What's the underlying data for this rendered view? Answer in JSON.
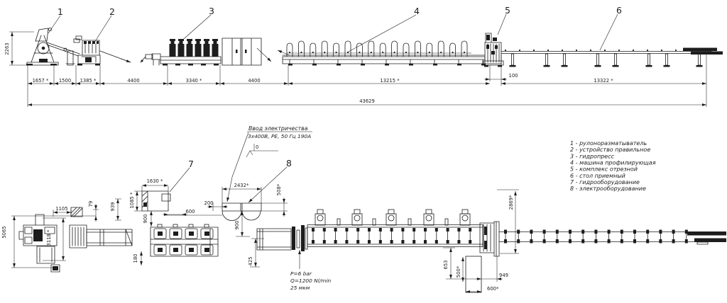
{
  "top_view": {
    "part_labels": [
      "1",
      "2",
      "3",
      "4",
      "5",
      "6"
    ],
    "dim_height": "2263",
    "dims": [
      "1657 *",
      "1500",
      "1385 *",
      "4400",
      "3340 *",
      "4400",
      "13215 *",
      "100",
      "13322 *"
    ],
    "dim_overall": "43629"
  },
  "plan_view": {
    "part_labels": [
      "7",
      "8"
    ],
    "power_note": {
      "title": "Ввод электричества",
      "spec": "3x400В, PE, 50 Гц 190А"
    },
    "datum": "0",
    "air_note": {
      "pressure": "P=6 bar",
      "flow": "Q=1200 Nl/min",
      "filter": "25 мкм"
    },
    "dims": {
      "overall_width": "5065",
      "uncoiler_width": "3118 *",
      "offset_1105": "1105",
      "offset_79": "79",
      "offset_939": "939",
      "offset_180": "180",
      "hydro_length": "1630 *",
      "hydro_width": "1085 *",
      "hydro_gap": "900",
      "gap_600": "600",
      "cabinet_length": "2432*",
      "cabinet_width": "508*",
      "cabinet_offset": "200",
      "cabinet_gap": "900",
      "line_offset": "425",
      "cutter_width": "2869*",
      "offset_653": "653",
      "bin_width": "500*",
      "bin_length": "600*",
      "offset_949": "949"
    }
  },
  "legend": {
    "items": [
      "1 - рулоноразматыватель",
      "2 - устройство правильное",
      "3 - гидропресс",
      "4 - машина профилирующая",
      "5 - комплекс отрезной",
      "6 - стол приемный",
      "7 - гидрооборудование",
      "8 - электрооборудование"
    ]
  }
}
